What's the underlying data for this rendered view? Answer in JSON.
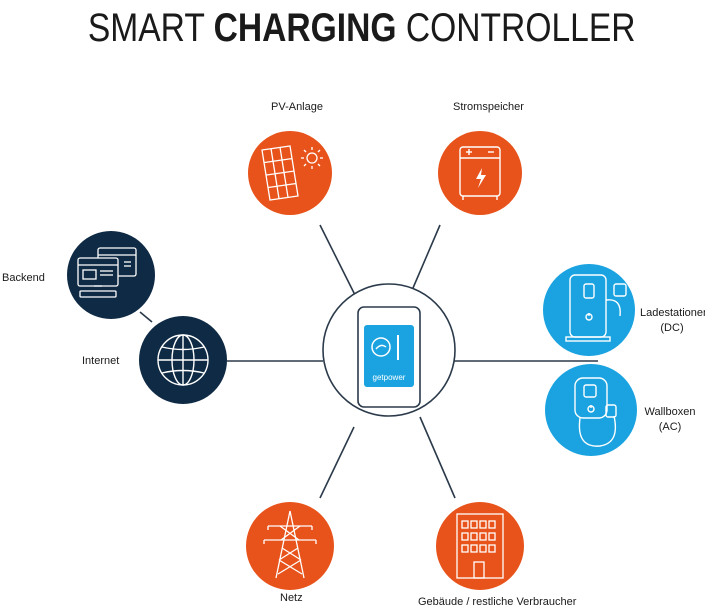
{
  "title": {
    "part1": "SMART ",
    "part2": "CHARGING",
    "part3": " CONTROLLER"
  },
  "colors": {
    "orange": "#e8531b",
    "navy": "#0f2a44",
    "blue": "#1aa3e0",
    "line": "#2b3a4a"
  },
  "nodes": {
    "pv": {
      "label": "PV-Anlage",
      "icon": "solar-panel-icon"
    },
    "storage": {
      "label": "Stromspeicher",
      "icon": "battery-icon"
    },
    "backend": {
      "label": "Backend",
      "icon": "computer-icon"
    },
    "internet": {
      "label": "Internet",
      "icon": "globe-icon"
    },
    "dc": {
      "label_line1": "Ladestationen",
      "label_line2": "(DC)",
      "icon": "charging-station-icon"
    },
    "ac": {
      "label_line1": "Wallboxen",
      "label_line2": "(AC)",
      "icon": "wallbox-icon"
    },
    "grid": {
      "label": "Netz",
      "icon": "power-pylon-icon"
    },
    "building": {
      "label": "Gebäude / restliche Verbraucher",
      "icon": "building-icon"
    }
  },
  "controller": {
    "brand": "getpower",
    "icon": "controller-device-icon"
  }
}
